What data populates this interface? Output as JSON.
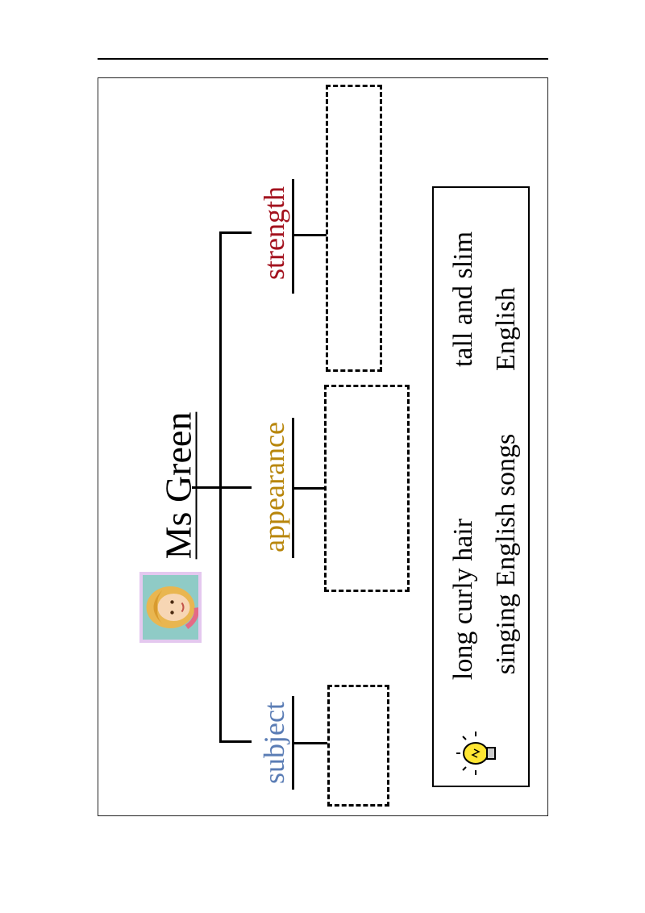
{
  "diagram": {
    "title": "Ms Green",
    "branches": [
      {
        "label": "subject",
        "color": "#5b7db5"
      },
      {
        "label": "appearance",
        "color": "#b8860b"
      },
      {
        "label": "strength",
        "color": "#a3121e"
      }
    ]
  },
  "word_bank": {
    "icon": "lightbulb-icon",
    "row1": [
      "long curly hair",
      "tall and slim"
    ],
    "row2": [
      "singing English songs",
      "English"
    ]
  },
  "avatar_icon": "woman-face-icon"
}
